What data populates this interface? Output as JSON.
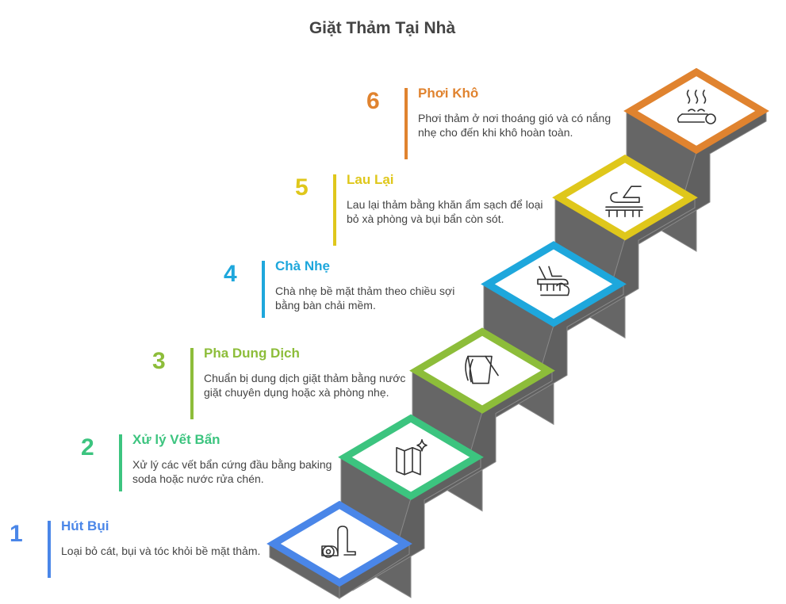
{
  "title": "Giặt Thảm Tại Nhà",
  "steps": [
    {
      "number": "1",
      "title": "Hút Bụi",
      "description": "Loại bỏ cát, bụi và tóc khỏi bề mặt thảm.",
      "color": "#4a86e8",
      "icon": "vacuum-cleaner-icon"
    },
    {
      "number": "2",
      "title": "Xử lý Vết Bẩn",
      "description": "Xử lý các vết bẩn cứng đầu bằng baking soda hoặc nước rửa chén.",
      "color": "#3cc47f",
      "icon": "sparkle-map-icon"
    },
    {
      "number": "3",
      "title": "Pha Dung Dịch",
      "description": "Chuẩn bị dung dịch giặt thảm bằng nước giặt chuyên dụng hoặc xà phòng nhẹ.",
      "color": "#8dbd3a",
      "icon": "bucket-icon"
    },
    {
      "number": "4",
      "title": "Chà Nhẹ",
      "description": "Chà nhẹ bề mặt thảm theo chiều sợi bằng bàn chải mềm.",
      "color": "#1ea7dc",
      "icon": "scrub-brush-icon"
    },
    {
      "number": "5",
      "title": "Lau Lại",
      "description": "Lau lại thảm bằng khăn ẩm sạch để loại bỏ xà phòng và bụi bẩn còn sót.",
      "color": "#dfc71b",
      "icon": "towel-wipe-icon"
    },
    {
      "number": "6",
      "title": "Phơi Khô",
      "description": "Phơi thảm ở nơi thoáng gió và có nắng nhẹ cho đến khi khô hoàn toàn.",
      "color": "#e0832f",
      "icon": "drying-rug-icon"
    }
  ]
}
